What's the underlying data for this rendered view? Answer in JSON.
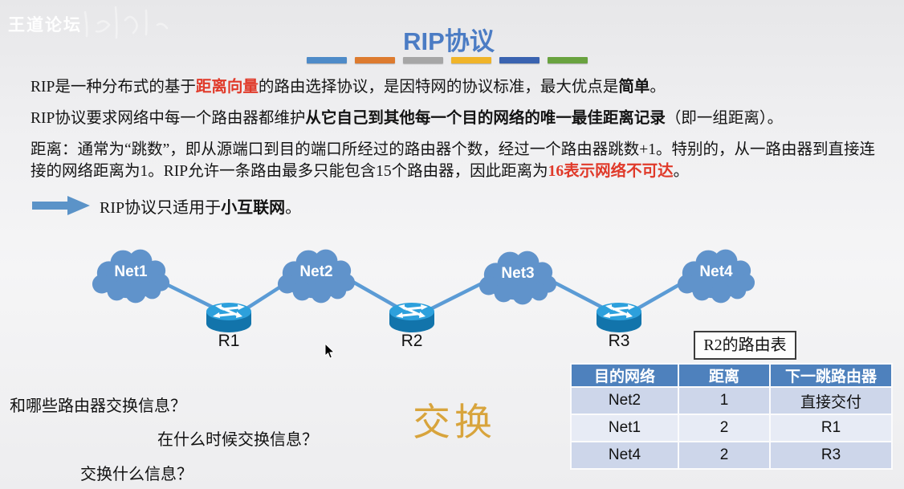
{
  "watermark": {
    "text": "王道论坛"
  },
  "title": "RIP协议",
  "accent_bars": [
    "#4e8bc8",
    "#dd7b2f",
    "#a6a6a6",
    "#f0b429",
    "#3a63b0",
    "#69a23f"
  ],
  "colors": {
    "title_blue": "#4b7cc4",
    "highlight_red": "#e03a2a",
    "big_word_gold": "#d8a43c",
    "cloud_blue": "#6093cb",
    "link_line_blue": "#5b9bd5",
    "table_header_bg": "#4e81bd",
    "table_row_dark": "#cdd6ea",
    "table_row_light": "#e7ebf5"
  },
  "paragraphs": {
    "p1": {
      "s1": "RIP是一种分布式的基于",
      "s2": "距离向量",
      "s3": "的路由选择协议，是因特网的协议标准，最大优点是",
      "s4": "简单",
      "s5": "。"
    },
    "p2": {
      "s1": "RIP协议要求网络中每一个路由器都维护",
      "s2": "从它自己到其他每一个目的网络的唯一最佳距离记录",
      "s3": "（即一组距离）。"
    },
    "p3": {
      "s1": "距离：通常为“跳数”，即从源端口到目的端口所经过的路由器个数，经过一个路由器跳数+1。特别的，从一路由器到直接连接的网络距离为1。RIP允许一条路由最多只能包含15个路由器，因此距离为",
      "s2": "16表示网络不可达",
      "s3": "。"
    }
  },
  "bullet": {
    "s1": "RIP协议只适用于",
    "s2": "小互联网",
    "s3": "。"
  },
  "diagram": {
    "clouds": [
      {
        "label": "Net1"
      },
      {
        "label": "Net2"
      },
      {
        "label": "Net3"
      },
      {
        "label": "Net4"
      }
    ],
    "routers": [
      {
        "label": "R1"
      },
      {
        "label": "R2"
      },
      {
        "label": "R3"
      }
    ]
  },
  "routing_table": {
    "caption": "R2的路由表",
    "headers": [
      "目的网络",
      "距离",
      "下一跳路由器"
    ],
    "rows": [
      [
        "Net2",
        "1",
        "直接交付"
      ],
      [
        "Net1",
        "2",
        "R1"
      ],
      [
        "Net4",
        "2",
        "R3"
      ]
    ]
  },
  "questions": {
    "q1": "和哪些路由器交换信息？",
    "q2": "在什么时候交换信息？",
    "q3": "交换什么信息？"
  },
  "big_word": "交换"
}
